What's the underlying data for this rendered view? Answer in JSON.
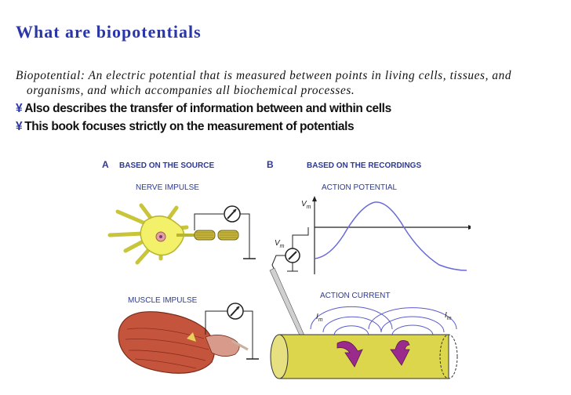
{
  "slide": {
    "title": "What are biopotentials",
    "definition_line1": "Biopotential: An electric potential that is measured between points in living cells, tissues, and",
    "definition_line2": "organisms, and which accompanies all biochemical processes.",
    "bullet_symbol": "¥",
    "bullets": [
      "Also describes the transfer of information between and within cells",
      "This book focuses strictly on the measurement of potentials"
    ]
  },
  "figure": {
    "panel_a": {
      "letter": "A",
      "heading": "BASED ON THE SOURCE",
      "nerve_label": "NERVE IMPULSE",
      "muscle_label": "MUSCLE IMPULSE"
    },
    "panel_b": {
      "letter": "B",
      "heading": "BASED ON THE RECORDINGS",
      "action_potential_label": "ACTION POTENTIAL",
      "action_current_label": "ACTION CURRENT",
      "vm_label": "V",
      "im_label": "I",
      "subscript": "m"
    }
  },
  "colors": {
    "title": "#2b36a8",
    "figure_text": "#2d3a94",
    "neuron": "#f3f06a",
    "muscle": "#c4553c",
    "axon": "#dcd64c",
    "current_arrow": "#9a2b8c",
    "field_lines": "#5a5ad0"
  }
}
